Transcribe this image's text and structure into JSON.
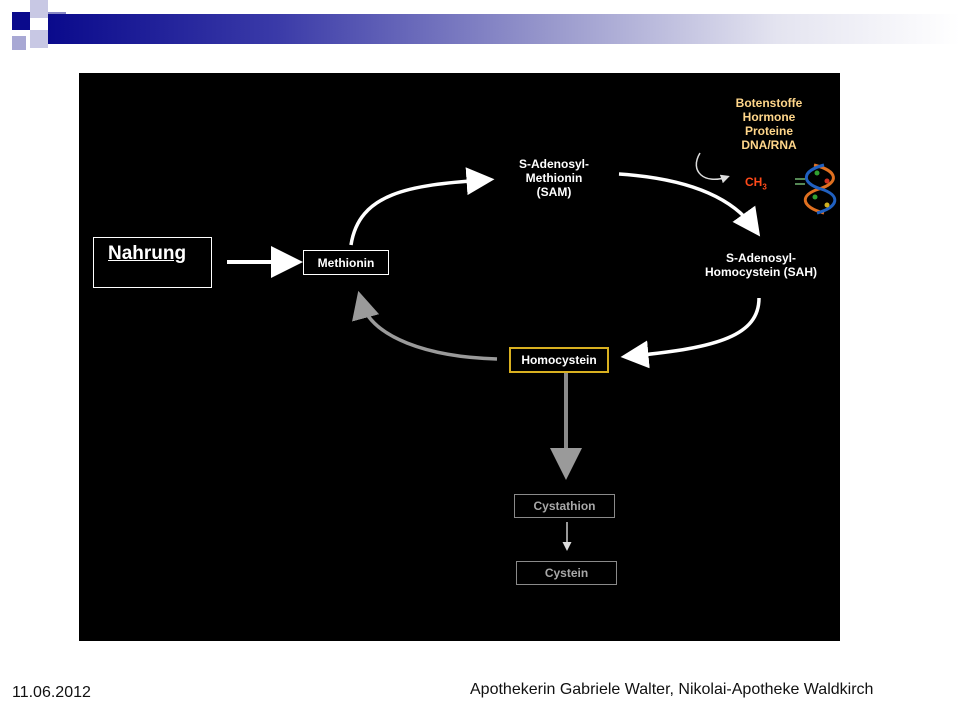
{
  "diagram": {
    "nahrung": "Nahrung",
    "methionin": "Methionin",
    "sam_lines": [
      "S-Adenosyl-",
      "Methionin",
      "(SAM)"
    ],
    "sah_lines": [
      "S-Adenosyl-",
      "Homocystein (SAH)"
    ],
    "homocystein": "Homocystein",
    "cystathion": "Cystathion",
    "cystein": "Cystein",
    "targets": [
      "Botenstoffe",
      "Hormone",
      "Proteine",
      "DNA/RNA"
    ],
    "ch3": "CH",
    "ch3_sub": "3"
  },
  "footer": {
    "date": "11.06.2012",
    "author": "Apothekerin Gabriele Walter, Nikolai-Apotheke Waldkirch"
  },
  "colors": {
    "background": "#000000",
    "arrow_white": "#ffffff",
    "arrow_gray": "#999999",
    "highlight": "#d9b020",
    "ch3": "#ff4a1a",
    "targets_text": "#ffd68a",
    "banner": "#0a0a8c"
  }
}
